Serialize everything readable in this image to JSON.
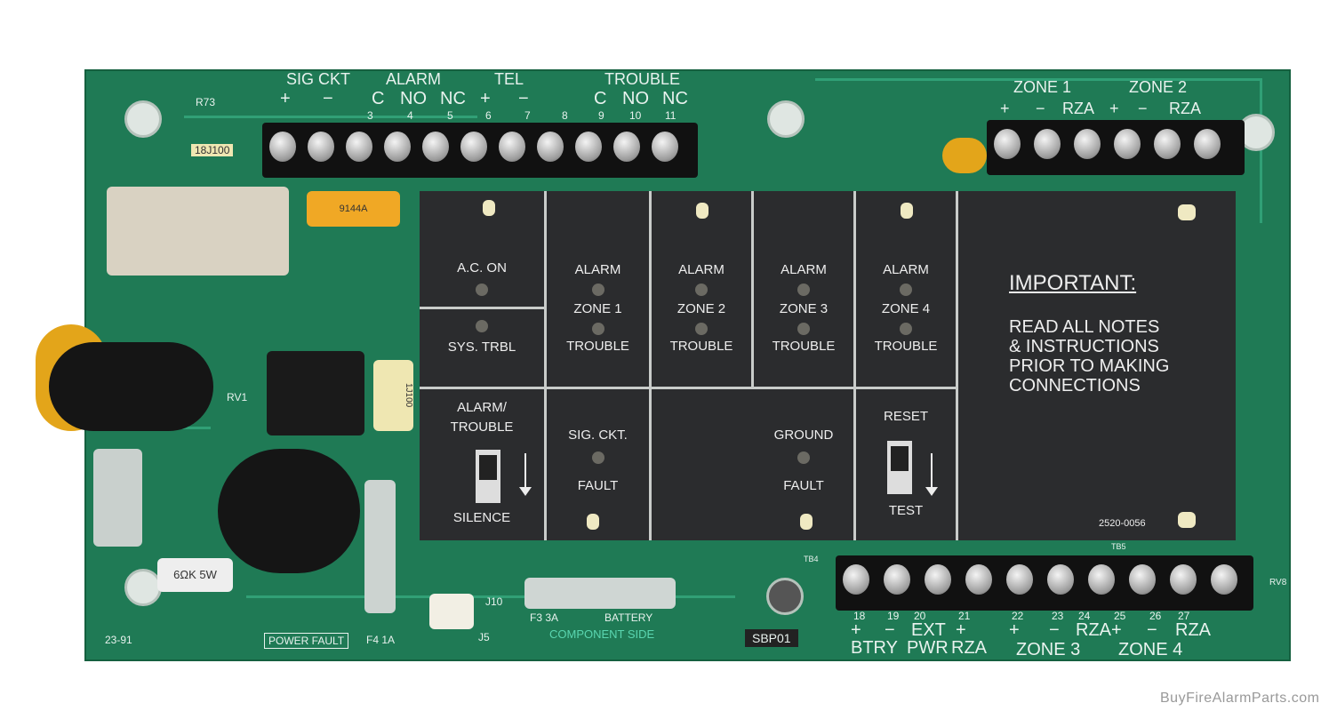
{
  "top_terminals": {
    "sig_ckt": "SIG  CKT",
    "alarm": "ALARM",
    "tel": "TEL",
    "trouble": "TROUBLE",
    "labels": [
      "+",
      "−",
      "C",
      "NO",
      "NC",
      "+",
      "−",
      "C",
      "NO",
      "NC"
    ],
    "numbers": [
      "3",
      "4",
      "5",
      "6",
      "7",
      "8",
      "9",
      "10",
      "11"
    ],
    "right_zone1": "ZONE 1",
    "right_zone2": "ZONE 2",
    "right_labels": [
      "+",
      "−",
      "RZA",
      "+",
      "−",
      "RZA"
    ]
  },
  "panel": {
    "ac_on": "A.C. ON",
    "sys_trbl": "SYS. TRBL",
    "zones": [
      {
        "alarm": "ALARM",
        "zone": "ZONE 1",
        "trouble": "TROUBLE"
      },
      {
        "alarm": "ALARM",
        "zone": "ZONE 2",
        "trouble": "TROUBLE"
      },
      {
        "alarm": "ALARM",
        "zone": "ZONE 3",
        "trouble": "TROUBLE"
      },
      {
        "alarm": "ALARM",
        "zone": "ZONE 4",
        "trouble": "TROUBLE"
      }
    ],
    "alarm_trouble": "ALARM/\nTROUBLE",
    "silence": "SILENCE",
    "sig_ckt": "SIG. CKT.",
    "sig_fault": "FAULT",
    "ground": "GROUND",
    "ground_fault": "FAULT",
    "reset": "RESET",
    "test": "TEST",
    "important_title": "IMPORTANT:",
    "important_text": "READ ALL NOTES\n& INSTRUCTIONS\nPRIOR TO MAKING\nCONNECTIONS",
    "part_number": "2520-0056"
  },
  "bottom_terminals": {
    "numbers": [
      "18",
      "19",
      "20",
      "21",
      "22",
      "23",
      "24",
      "25",
      "26",
      "27"
    ],
    "signs": [
      "+",
      "−",
      "EXT",
      "+",
      "+",
      "−",
      "RZA",
      "+",
      "−",
      "RZA"
    ],
    "btry": "BTRY",
    "pwr": "PWR",
    "rza": "RZA",
    "zone3": "ZONE 3",
    "zone4": "ZONE 4",
    "tb4": "TB4",
    "tb5": "TB5"
  },
  "silkscreen": {
    "power_fault": "POWER FAULT",
    "component_side": "COMPONENT SIDE",
    "sbp": "SBP01",
    "date": "23-91",
    "f4": "F4  1A",
    "f3": "F3  3A",
    "battery": "BATTERY",
    "j5": "J5",
    "j10": "J10",
    "resistor": "6ΩK 5W",
    "cap": "1J100",
    "cap2": "18J100",
    "r73": "R73",
    "rv1": "RV1",
    "rv8": "RV8"
  },
  "relay_label": "9144A",
  "watermark": "BuyFireAlarmParts.com",
  "colors": {
    "board": "#1f7a55",
    "panel": "#2b2c2e",
    "trace": "#3fbf92"
  }
}
